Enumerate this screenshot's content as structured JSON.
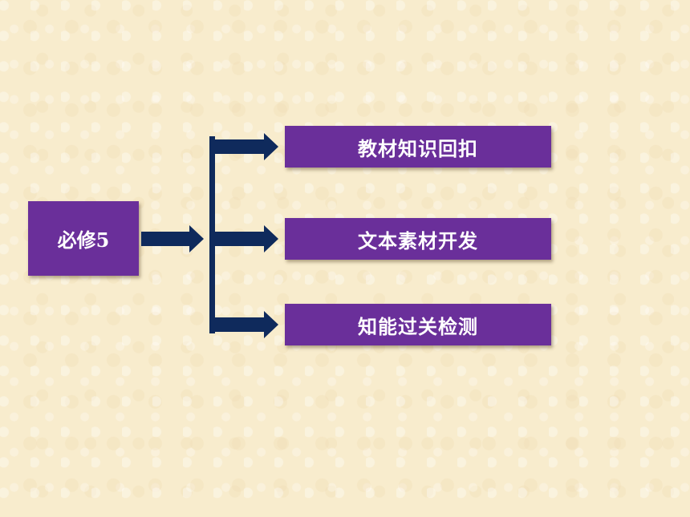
{
  "diagram": {
    "root": {
      "label": "必修5"
    },
    "branches": [
      {
        "label": "教材知识回扣"
      },
      {
        "label": "文本素材开发"
      },
      {
        "label": "知能过关检测"
      }
    ]
  },
  "colors": {
    "box_fill": "#6a2f9a",
    "arrow": "#0f2a5c",
    "text": "#ffffff",
    "background": "#f8eccd"
  }
}
